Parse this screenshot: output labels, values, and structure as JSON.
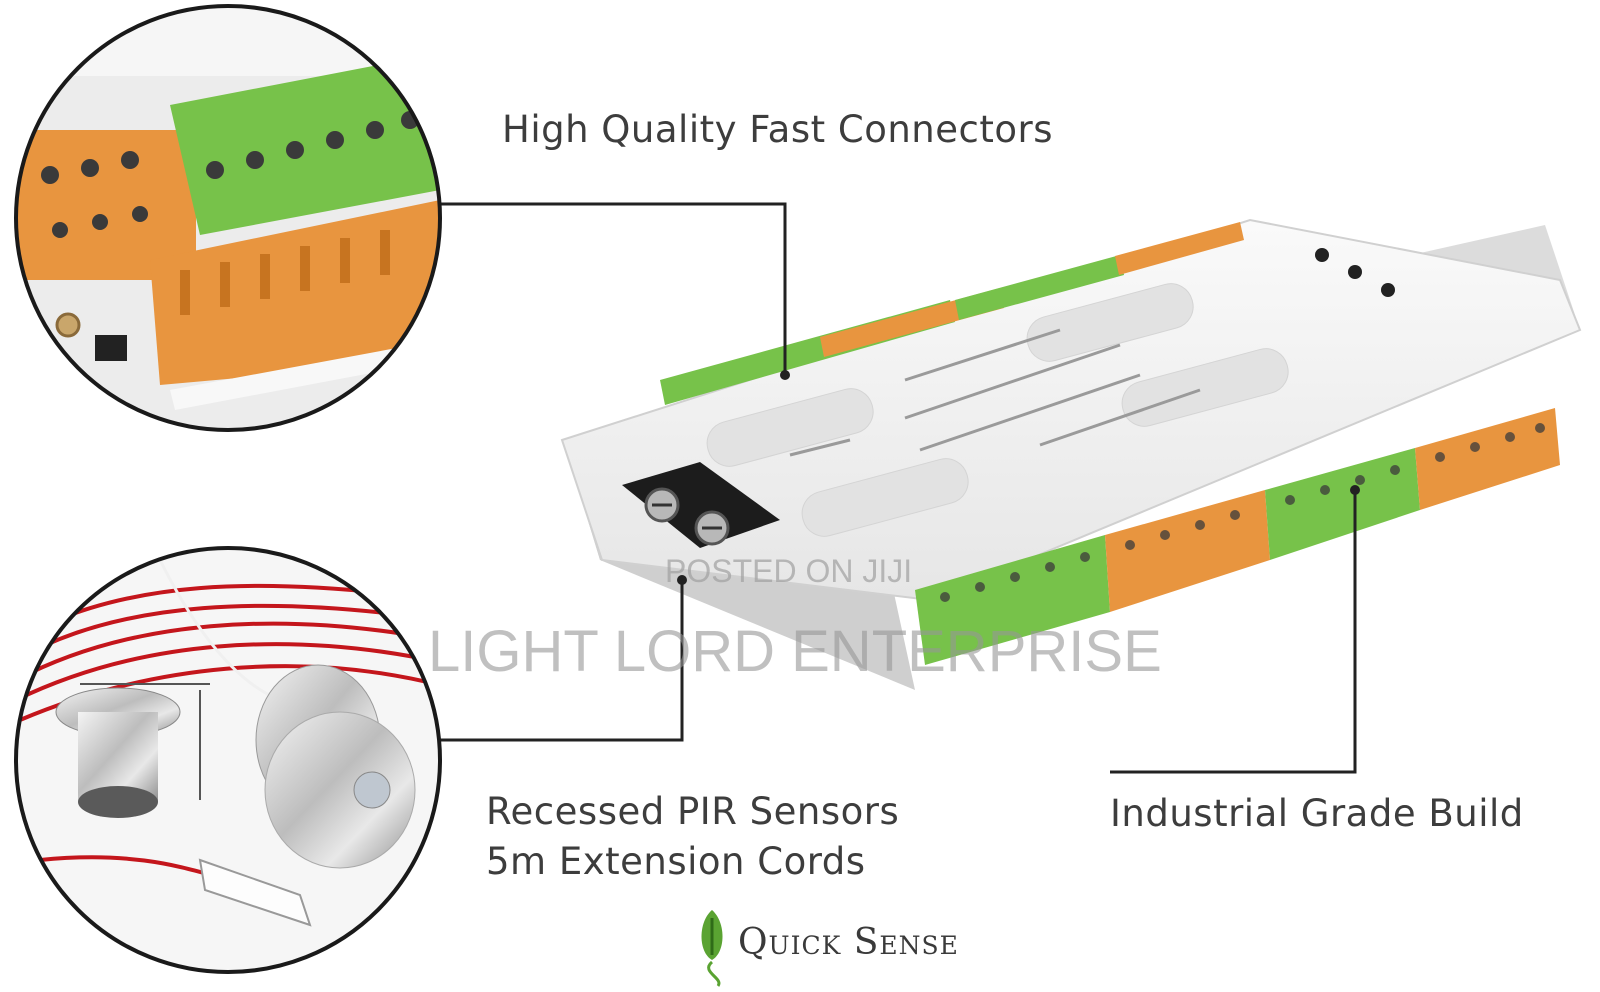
{
  "callouts": {
    "connectors": "High Quality Fast Connectors",
    "build": "Industrial Grade Build",
    "pir_line1": "Recessed PIR Sensors",
    "pir_line2": "5m Extension Cords"
  },
  "brand": {
    "name": "Quick Sense"
  },
  "watermark": {
    "small": "POSTED ON JIJI",
    "large": "LIGHT LORD ENTERPRISE"
  },
  "colors": {
    "terminal_green": "#77c24a",
    "terminal_orange": "#e8953f",
    "board_white": "#f2f2f2",
    "wire_red": "#c4161c",
    "sensor_silver": "#c9c9c9",
    "leader_line": "#222222"
  }
}
